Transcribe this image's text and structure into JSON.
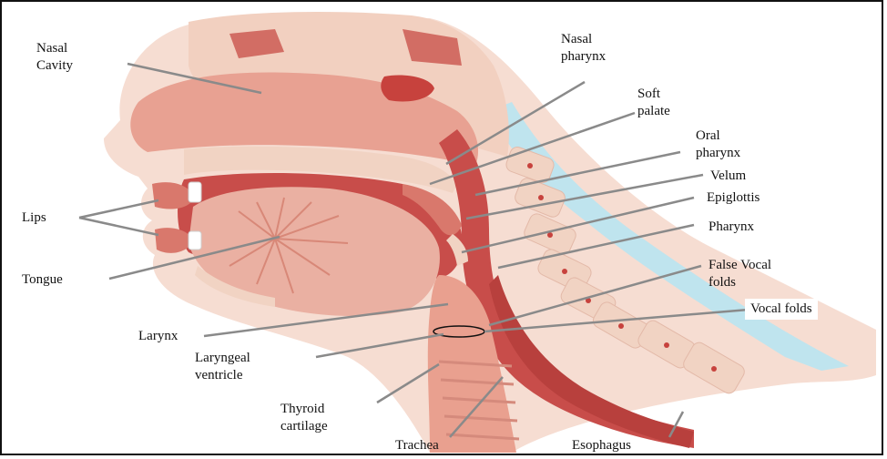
{
  "diagram": {
    "labels": {
      "nasal_cavity": [
        "Nasal",
        "Cavity"
      ],
      "nasal_pharynx": [
        "Nasal",
        "pharynx"
      ],
      "soft_palate": [
        "Soft",
        "palate"
      ],
      "oral_pharynx": [
        "Oral",
        "pharynx"
      ],
      "velum": "Velum",
      "epiglottis": "Epiglottis",
      "pharynx": "Pharynx",
      "false_vocal_folds": [
        "False Vocal",
        "folds"
      ],
      "vocal_folds": "Vocal folds",
      "lips": "Lips",
      "tongue": "Tongue",
      "larynx": "Larynx",
      "laryngeal_ventricle": [
        "Laryngeal",
        "ventricle"
      ],
      "thyroid_cartilage": [
        "Thyroid",
        "cartilage"
      ],
      "trachea": "Trachea",
      "esophagus": "Esophagus"
    },
    "colors": {
      "tissue": "#e9a08f",
      "tissue_dark": "#c84d4a",
      "muscle": "#e2897b",
      "bone": "#f1d3c3",
      "bone_spot": "#c7423d",
      "mucosa": "#b8e3ec",
      "skin": "#f5d5c8",
      "leader": "#8a8a8a"
    }
  }
}
